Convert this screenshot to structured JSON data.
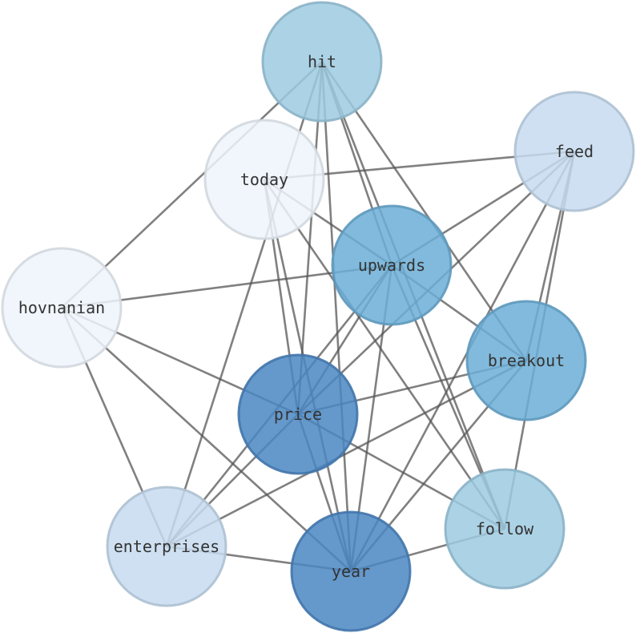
{
  "title": "",
  "graph": {
    "nodes": [
      {
        "id": "hit",
        "label": "hit",
        "color": "#9ecae1"
      },
      {
        "id": "feed",
        "label": "feed",
        "color": "#c6dbef"
      },
      {
        "id": "today",
        "label": "today",
        "color": "#eef5fc"
      },
      {
        "id": "upwards",
        "label": "upwards",
        "color": "#6baed6"
      },
      {
        "id": "hovnanian",
        "label": "hovnanian",
        "color": "#eef5fc"
      },
      {
        "id": "breakout",
        "label": "breakout",
        "color": "#6baed6"
      },
      {
        "id": "price",
        "label": "price",
        "color": "#4a86c2"
      },
      {
        "id": "follow",
        "label": "follow",
        "color": "#9ecae1"
      },
      {
        "id": "enterprises",
        "label": "enterprises",
        "color": "#c6dbef"
      },
      {
        "id": "year",
        "label": "year",
        "color": "#4a86c2"
      }
    ],
    "edges": [
      [
        "hit",
        "hovnanian"
      ],
      [
        "hit",
        "enterprises"
      ],
      [
        "hit",
        "price"
      ],
      [
        "hit",
        "year"
      ],
      [
        "hit",
        "upwards"
      ],
      [
        "hit",
        "breakout"
      ],
      [
        "hit",
        "follow"
      ],
      [
        "today",
        "feed"
      ],
      [
        "today",
        "upwards"
      ],
      [
        "today",
        "price"
      ],
      [
        "today",
        "year"
      ],
      [
        "today",
        "follow"
      ],
      [
        "feed",
        "upwards"
      ],
      [
        "feed",
        "price"
      ],
      [
        "feed",
        "year"
      ],
      [
        "feed",
        "breakout"
      ],
      [
        "feed",
        "follow"
      ],
      [
        "hovnanian",
        "upwards"
      ],
      [
        "hovnanian",
        "price"
      ],
      [
        "hovnanian",
        "enterprises"
      ],
      [
        "hovnanian",
        "year"
      ],
      [
        "upwards",
        "breakout"
      ],
      [
        "upwards",
        "price"
      ],
      [
        "upwards",
        "enterprises"
      ],
      [
        "upwards",
        "year"
      ],
      [
        "upwards",
        "follow"
      ],
      [
        "breakout",
        "price"
      ],
      [
        "breakout",
        "enterprises"
      ],
      [
        "breakout",
        "year"
      ],
      [
        "price",
        "enterprises"
      ],
      [
        "price",
        "year"
      ],
      [
        "price",
        "follow"
      ],
      [
        "enterprises",
        "year"
      ],
      [
        "follow",
        "year"
      ]
    ]
  }
}
